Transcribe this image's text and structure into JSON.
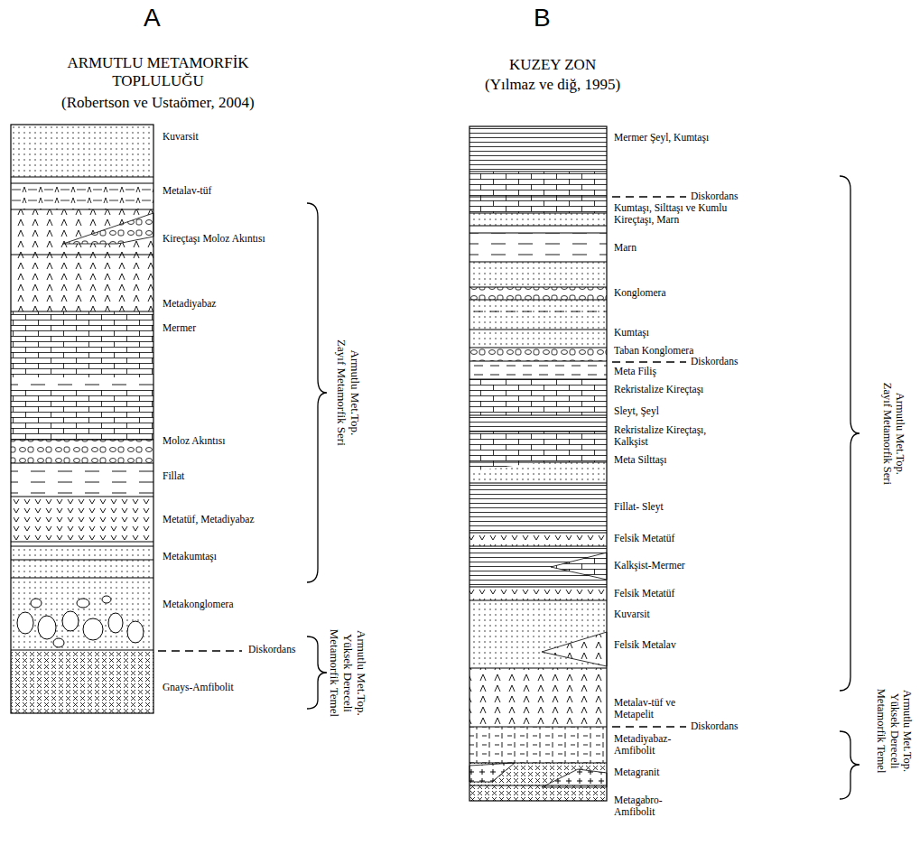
{
  "diagram": {
    "labels": [
      "A",
      "ARMUTLU METAMORFİK TOPLULUĞU",
      "(Robertson ve Ustaömer, 2004)",
      "Kuvarsit",
      "Metalav-tüf",
      "Kireçtaşı Moloz Akıntısı",
      "Metadiyabaz",
      "Mermer",
      "Moloz Akıntısı",
      "Fillat",
      "Metatüf, Metadiyabaz",
      "Metakumtaşı",
      "Metakonglomera",
      "Diskordans",
      "Gnays-Amfibolit",
      "Armutlu Met.Top. Zayıf Metamorfik Seri",
      "Armutlu Met.Top. Yüksek Dereceli Metamorfik Temel",
      "B",
      "KUZEY ZON",
      "(Yılmaz ve diğ, 1995)",
      "Mermer Şeyl, Kumtaşı",
      "Diskordans",
      "Kumtaşı, Silttaşı ve Kumlu Kireçtaşı, Marn",
      "Marn",
      "Konglomera",
      "Kumtaşı",
      "Taban Konglomera",
      "Diskordans",
      "Meta Filiş",
      "Rekristalize Kireçtaşı",
      "Sleyt, Şeyl",
      "Rekristalize Kireçtaşı, Kalkşist",
      "Meta Silttaşı",
      "Fillat- Sleyt",
      "Felsik Metatüf",
      "Kalkşist-Mermer",
      "Felsik Metatüf",
      "Kuvarsit",
      "Felsik Metalav",
      "Metalav-tüf ve Metapelit",
      "Diskordans",
      "Metadiyabaz-Amfibolit",
      "Metagranit",
      "Metagabro-Amfibolit",
      "Armutlu Met.Top. Zayıf Metamorfik Seri",
      "Armutlu Met.Top. Yüksek Dereceli Metamorfik Temel"
    ]
  }
}
